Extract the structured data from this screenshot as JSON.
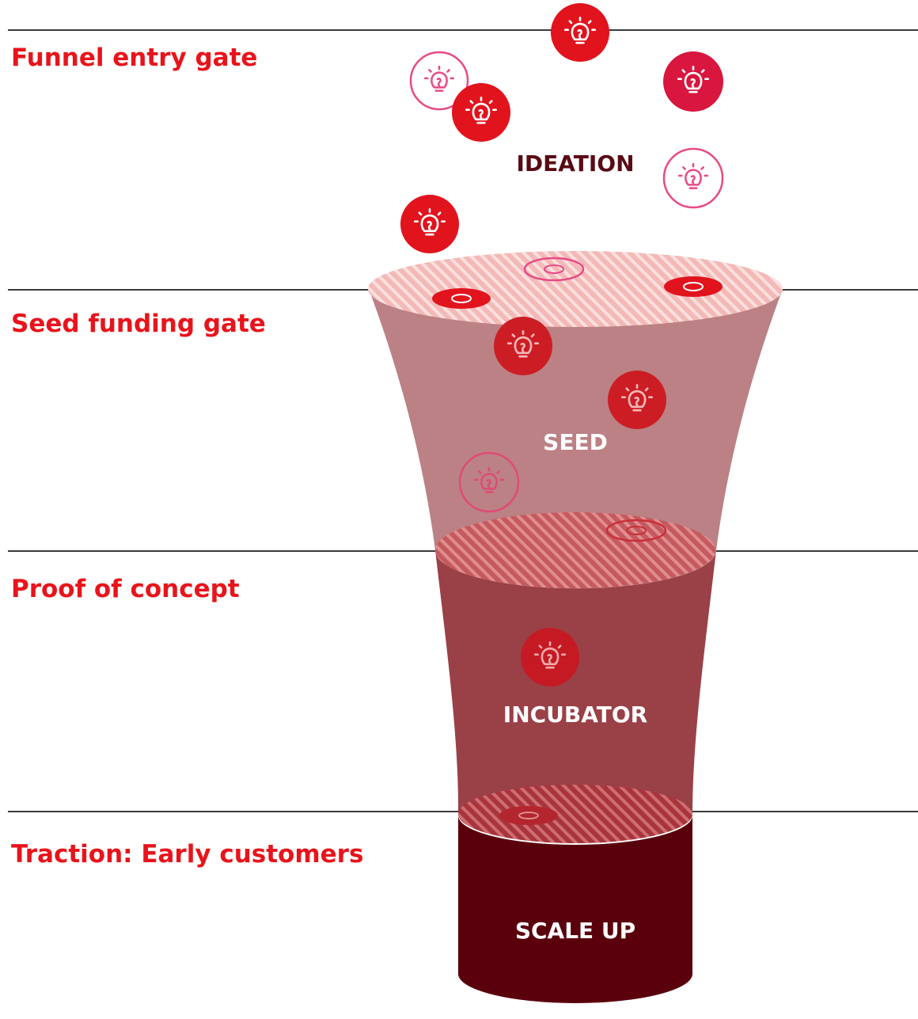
{
  "gates": [
    {
      "label": "Funnel entry gate"
    },
    {
      "label": "Seed funding gate"
    },
    {
      "label": "Proof of concept"
    },
    {
      "label": "Traction: Early customers"
    }
  ],
  "stages": [
    {
      "label": "IDEATION"
    },
    {
      "label": "SEED"
    },
    {
      "label": "INCUBATOR"
    },
    {
      "label": "SCALE UP"
    }
  ],
  "colors": {
    "gate_text": "#e8141b",
    "ideation_text": "#5a0a14",
    "stage_text": "#ffffff",
    "seed_body": "#bb8184",
    "incubator_body": "#9a4047",
    "scaleup_body": "#5a000d",
    "icon_red": "#e1131d",
    "icon_outline": "#e84a86",
    "divider": "#3a3a3a"
  },
  "icon_name": "lightbulb-icon"
}
